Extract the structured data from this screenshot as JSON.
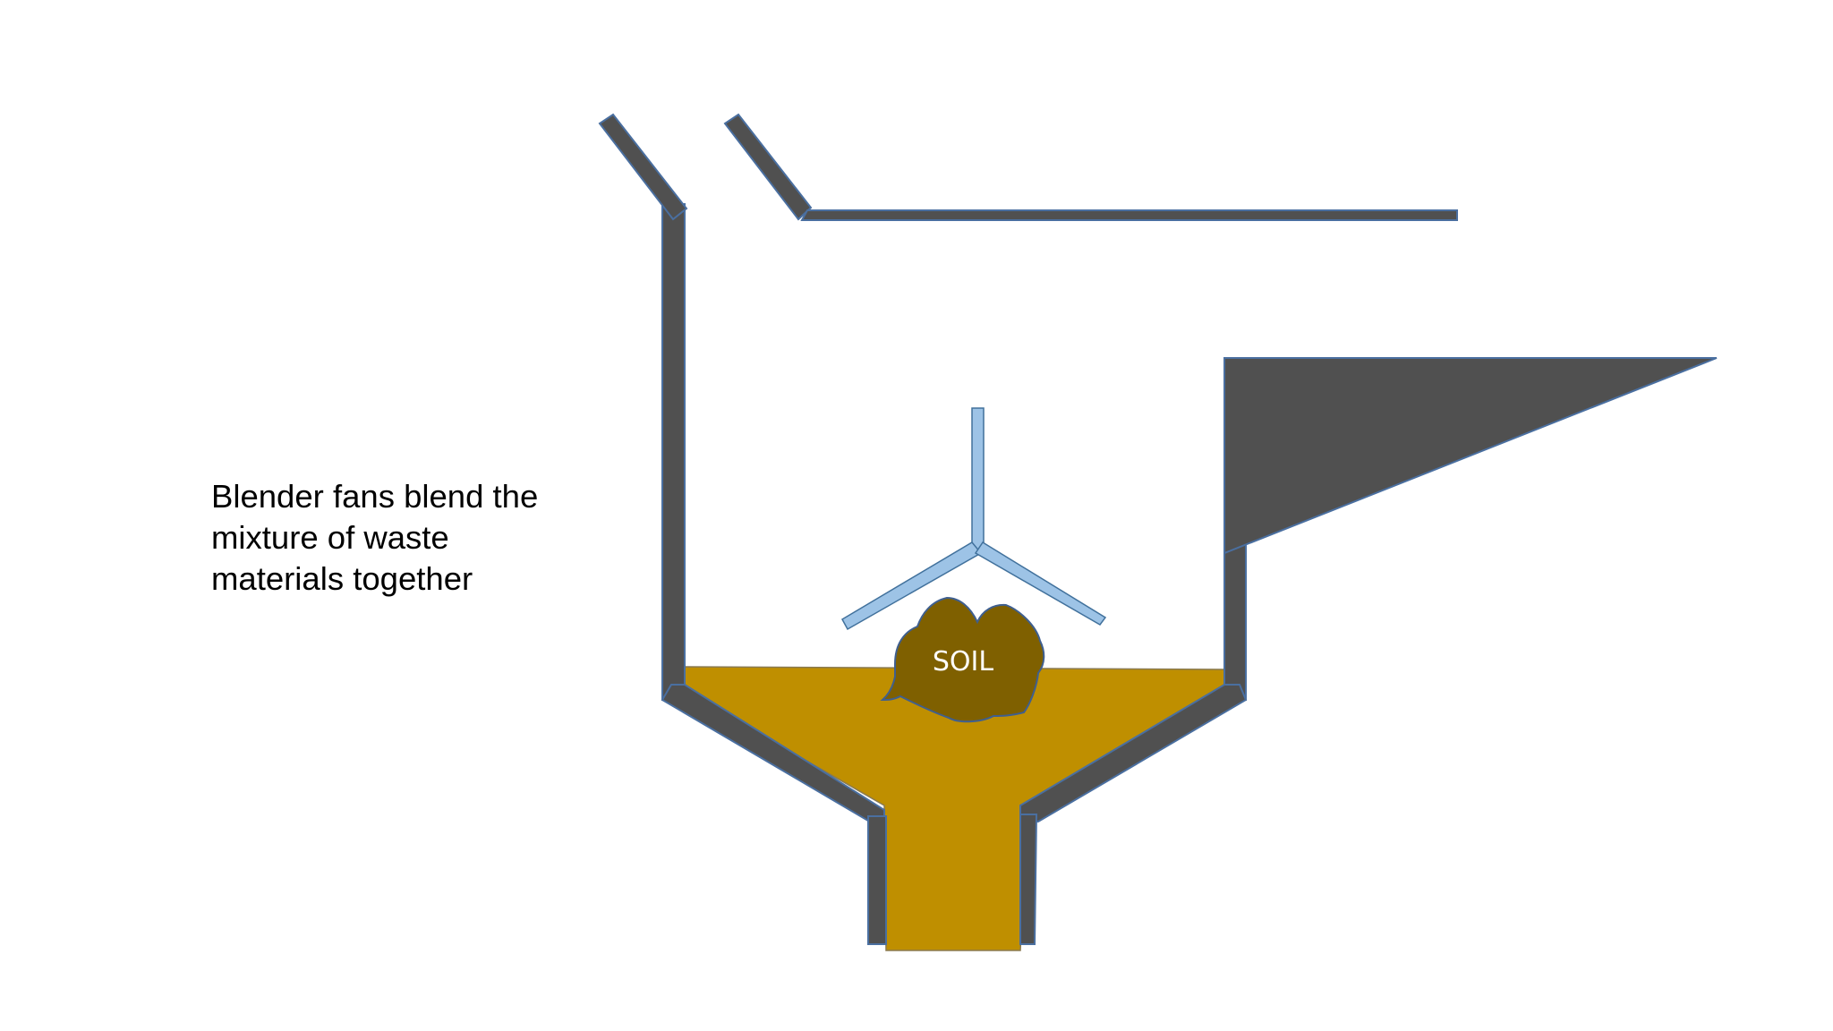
{
  "caption": {
    "lines": [
      "Blender fans blend the",
      "mixture of waste",
      "materials together"
    ]
  },
  "diagram": {
    "soil_label": "SOIL",
    "icons": {
      "machine": "blender-machine",
      "fan": "three-blade-fan",
      "soil": "soil-clump",
      "outlet": "output-chute"
    }
  },
  "colors": {
    "wall": "#505050",
    "wall_outline": "#4a6fa0",
    "mixture": "#bf8f00",
    "mixture_outline": "#8a7a50",
    "soil": "#7f6000",
    "soil_outline": "#3f5f8f",
    "fan_fill": "#9dc3e6",
    "fan_outline": "#41719c",
    "text": "#000000",
    "soil_text": "#ffffff"
  }
}
